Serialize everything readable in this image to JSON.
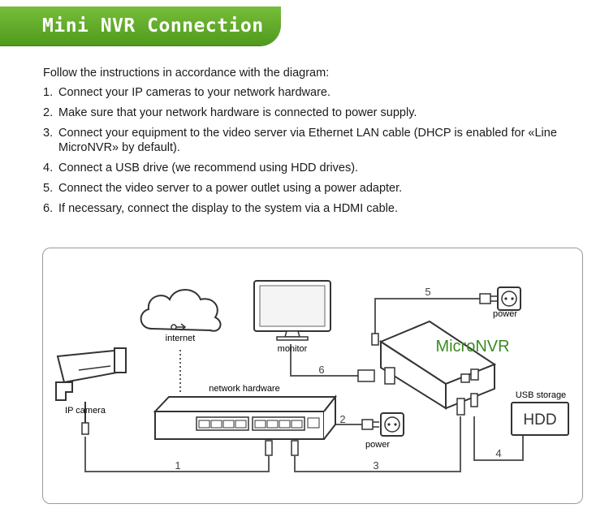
{
  "header": {
    "title": "Mini NVR Connection",
    "color": "#5da62a"
  },
  "instructions": {
    "intro": "Follow the instructions in accordance with the diagram:",
    "steps": [
      {
        "num": "1.",
        "text": "Connect your IP cameras to your network hardware."
      },
      {
        "num": "2.",
        "text": "Make sure that your network hardware is connected to power supply."
      },
      {
        "num": "3.",
        "text": "Connect your equipment to the video server via Ethernet LAN cable (DHCP is enabled for «Line MicroNVR» by default)."
      },
      {
        "num": "4.",
        "text": "Connect a USB drive (we recommend using HDD drives)."
      },
      {
        "num": "5.",
        "text": "Connect the video server to a power outlet using a power adapter."
      },
      {
        "num": "6.",
        "text": "If necessary, connect the display to the system via a HDMI cable."
      }
    ]
  },
  "diagram": {
    "labels": {
      "internet": "internet",
      "monitor": "monitor",
      "ip_camera": "IP camera",
      "network_hardware": "network hardware",
      "power_switch": "power",
      "power_nvr": "power",
      "usb_storage": "USB storage",
      "hdd": "HDD",
      "nvr_brand": "MicroNVR"
    },
    "cable_numbers": {
      "c1": "1",
      "c2": "2",
      "c3": "3",
      "c4": "4",
      "c5": "5",
      "c6": "6"
    },
    "brand_color": "#3a8a22"
  }
}
